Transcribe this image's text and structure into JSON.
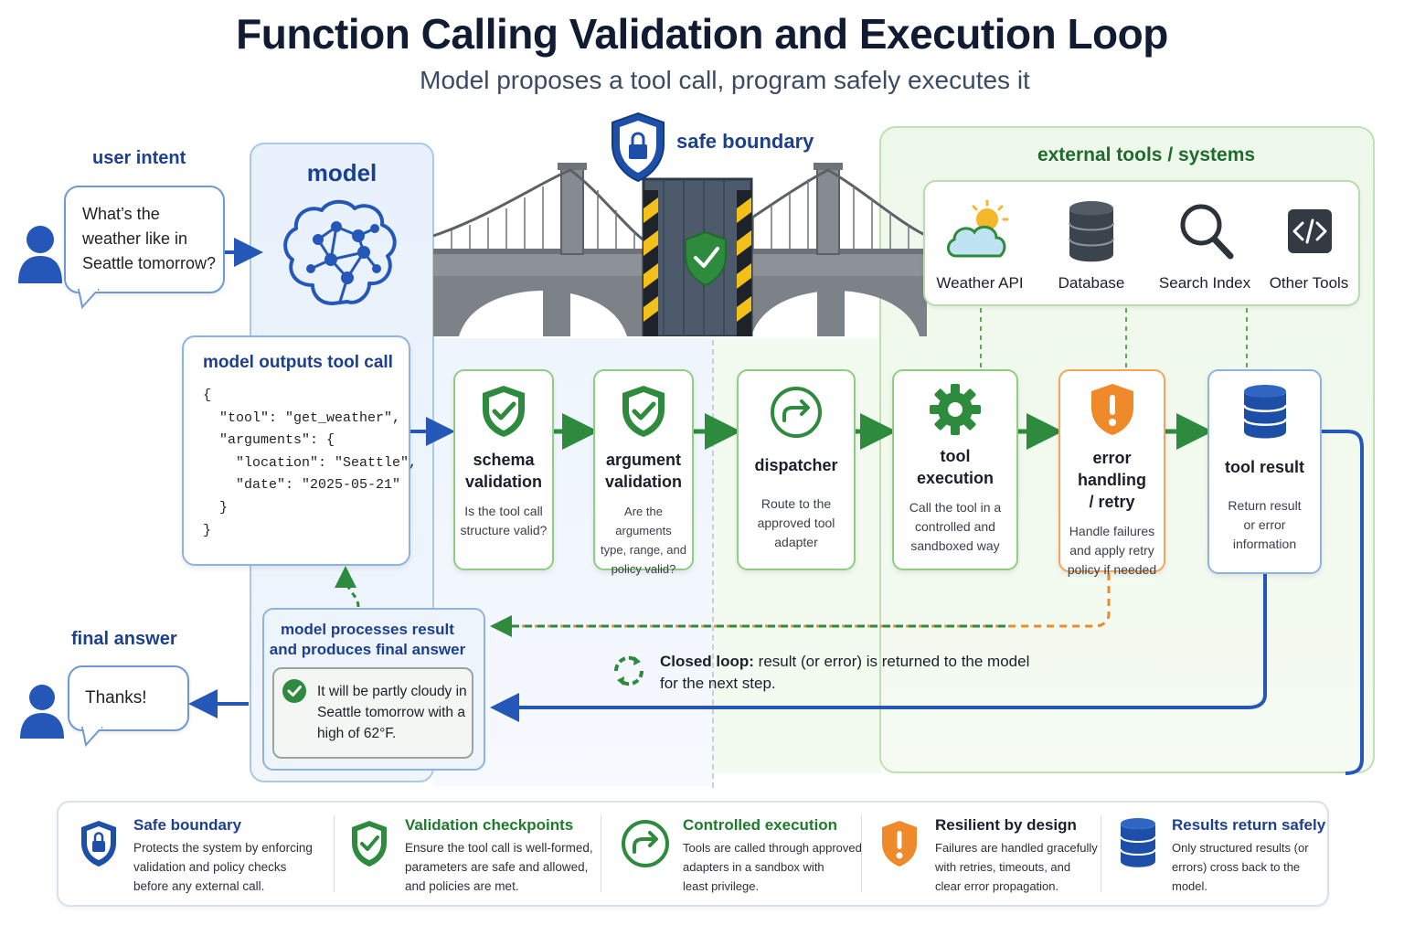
{
  "header": {
    "title": "Function Calling Validation and Execution Loop",
    "subtitle": "Model proposes a tool call, program safely executes it"
  },
  "user": {
    "intent_label": "user intent",
    "question_lines": [
      "What’s the",
      "weather like in",
      "Seattle tomorrow?"
    ],
    "final_label": "final answer",
    "thanks": "Thanks!"
  },
  "model": {
    "label": "model",
    "tool_call_title": "model outputs tool call",
    "code_lines": [
      "{",
      "  \"tool\": \"get_weather\",",
      "  \"arguments\": {",
      "    \"location\": \"Seattle\",",
      "    \"date\": \"2025-05-21\"",
      "  }",
      "}"
    ],
    "process_title_lines": [
      "model processes result",
      "and produces final answer"
    ],
    "answer_lines": [
      "It will be partly cloudy in",
      "Seattle tomorrow with a",
      "high of 62°F."
    ]
  },
  "boundary": {
    "label": "safe boundary"
  },
  "tools": {
    "zone_label": "external tools / systems",
    "items": [
      {
        "label": "Weather API",
        "icon": "cloud-sun-icon"
      },
      {
        "label": "Database",
        "icon": "database-icon"
      },
      {
        "label": "Search Index",
        "icon": "magnifier-icon"
      },
      {
        "label": "Other Tools",
        "icon": "code-icon"
      }
    ]
  },
  "pipeline": [
    {
      "title_lines": [
        "schema",
        "validation"
      ],
      "desc_lines": [
        "Is the tool call",
        "structure valid?"
      ],
      "style": "green",
      "icon": "shield-check-icon"
    },
    {
      "title_lines": [
        "argument",
        "validation"
      ],
      "desc_lines": [
        "Are the arguments",
        "type, range, and",
        "policy valid?"
      ],
      "style": "green",
      "icon": "shield-check-icon"
    },
    {
      "title_lines": [
        "dispatcher"
      ],
      "desc_lines": [
        "Route to the",
        "approved tool",
        "adapter"
      ],
      "style": "green",
      "icon": "route-arrow-icon"
    },
    {
      "title_lines": [
        "tool",
        "execution"
      ],
      "desc_lines": [
        "Call the tool in a",
        "controlled and",
        "sandboxed way"
      ],
      "style": "green",
      "icon": "gear-icon"
    },
    {
      "title_lines": [
        "error handling",
        "/ retry"
      ],
      "desc_lines": [
        "Handle failures",
        "and apply retry",
        "policy if needed"
      ],
      "style": "orange",
      "icon": "warning-shield-icon"
    },
    {
      "title_lines": [
        "tool result"
      ],
      "desc_lines": [
        "Return result",
        "or error",
        "information"
      ],
      "style": "blue",
      "icon": "database-icon"
    }
  ],
  "loop": {
    "bold": "Closed loop:",
    "rest": " result (or error) is returned to the model",
    "line2": "for the next step."
  },
  "footer": [
    {
      "title": "Safe boundary",
      "lines": [
        "Protects the system by enforcing",
        "validation and policy checks",
        "before any external call."
      ],
      "color": "#1d3f8f"
    },
    {
      "title": "Validation checkpoints",
      "lines": [
        "Ensure the tool call is well-formed,",
        "parameters are safe and allowed,",
        "and policies are met."
      ],
      "color": "#1f7a2e"
    },
    {
      "title": "Controlled execution",
      "lines": [
        "Tools are called through approved",
        "adapters in a sandbox with",
        "least privilege."
      ],
      "color": "#1f7a2e"
    },
    {
      "title": "Resilient by design",
      "lines": [
        "Failures are handled gracefully",
        "with retries, timeouts, and",
        "clear error propagation."
      ],
      "color": "#1b1f2a"
    },
    {
      "title": "Results return safely",
      "lines": [
        "Only structured results (or",
        "errors) cross back to the",
        "model."
      ],
      "color": "#1d3f8f"
    }
  ],
  "colors": {
    "blue": "#2457b8",
    "green": "#2e8b3e",
    "orange": "#ee8a2a"
  }
}
